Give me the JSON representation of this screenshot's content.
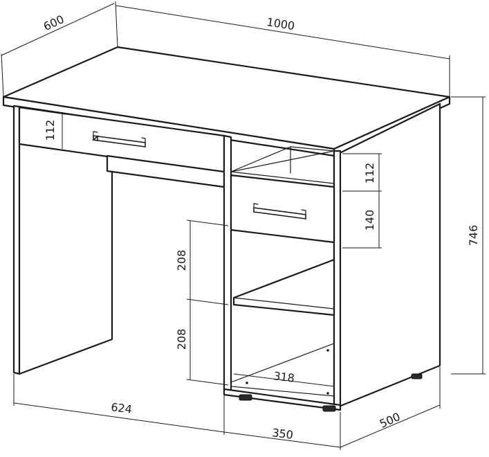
{
  "dimensions": {
    "depth_top": "600",
    "width_total": "1000",
    "height_total": "746",
    "drawer_left_height": "112",
    "drawer_right_gap": "112",
    "drawer_right_height": "140",
    "shelf_upper": "208",
    "shelf_lower": "208",
    "inner_width": "318",
    "left_span": "624",
    "pedestal_width": "350",
    "pedestal_depth": "500"
  }
}
